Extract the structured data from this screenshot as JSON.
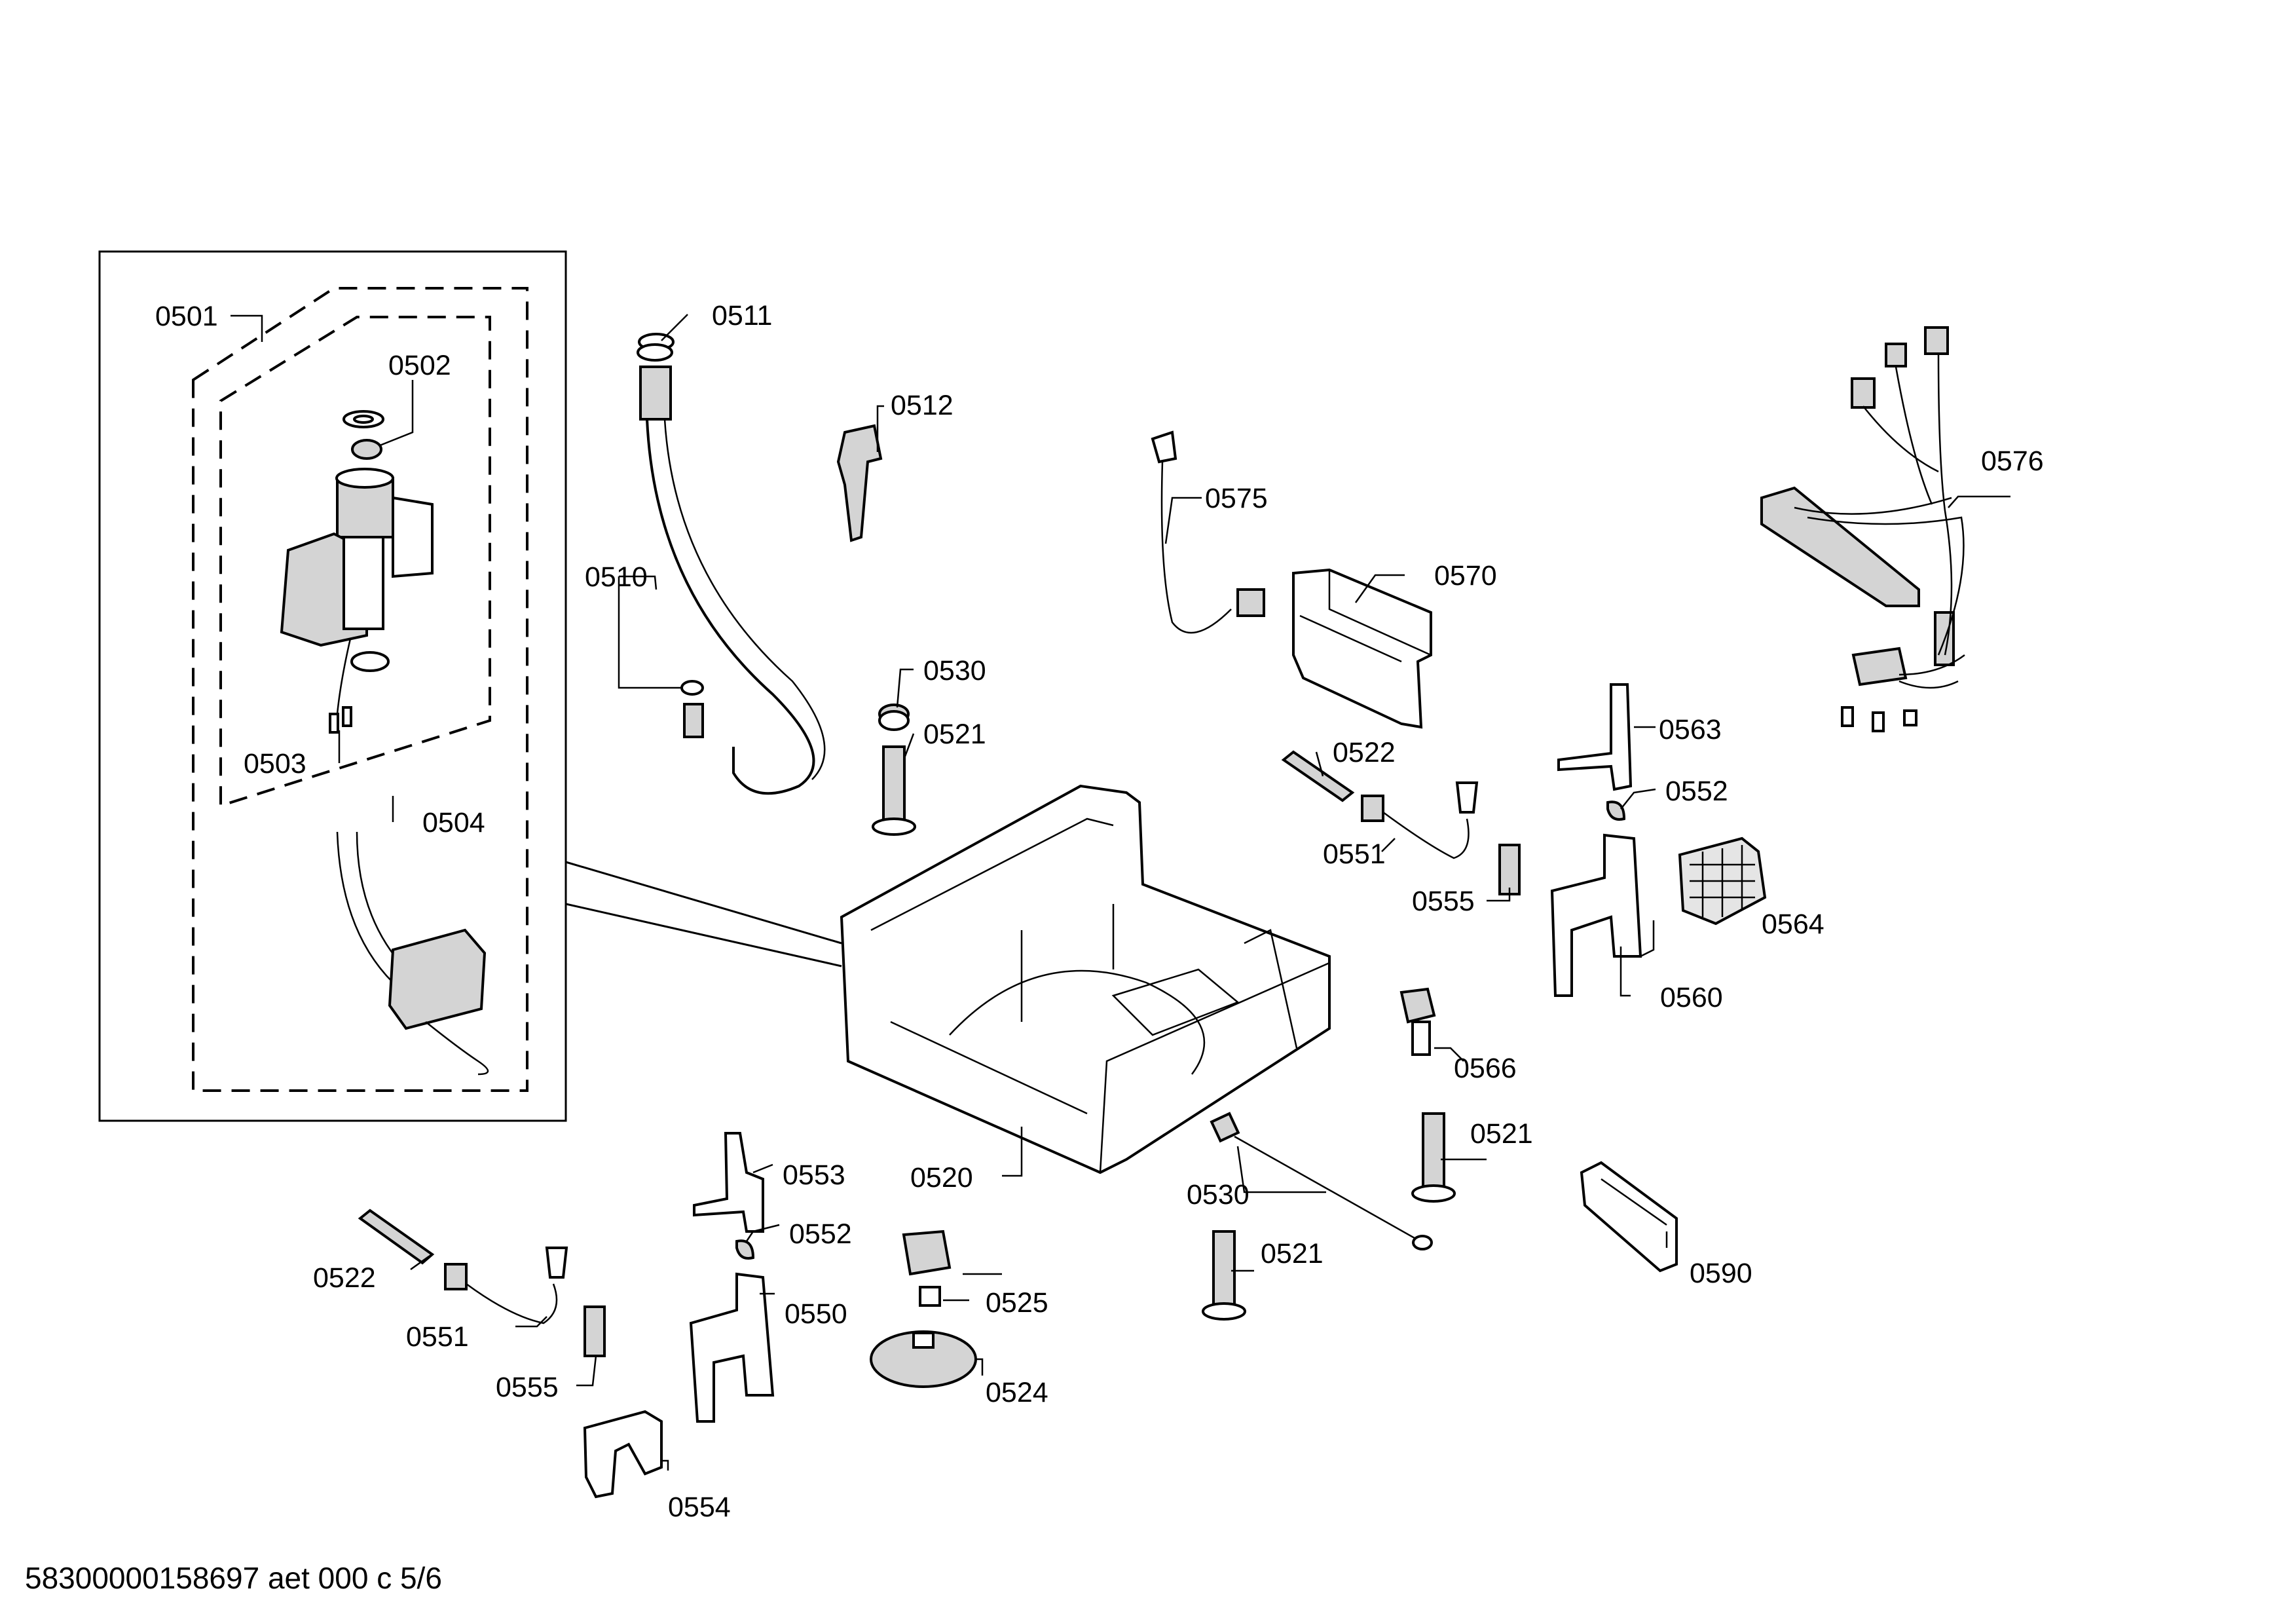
{
  "labels": {
    "p0501": "0501",
    "p0502": "0502",
    "p0503": "0503",
    "p0504": "0504",
    "p0510": "0510",
    "p0511": "0511",
    "p0512": "0512",
    "p0520": "0520",
    "p0521a": "0521",
    "p0521b": "0521",
    "p0521c": "0521",
    "p0522a": "0522",
    "p0522b": "0522",
    "p0524": "0524",
    "p0525": "0525",
    "p0530a": "0530",
    "p0530b": "0530",
    "p0550": "0550",
    "p0551a": "0551",
    "p0551b": "0551",
    "p0552a": "0552",
    "p0552b": "0552",
    "p0553": "0553",
    "p0554": "0554",
    "p0555a": "0555",
    "p0555b": "0555",
    "p0560": "0560",
    "p0563": "0563",
    "p0564": "0564",
    "p0566": "0566",
    "p0570": "0570",
    "p0575": "0575",
    "p0576": "0576",
    "p0590": "0590"
  },
  "footer": "58300000158697 aet 000 c 5/6"
}
